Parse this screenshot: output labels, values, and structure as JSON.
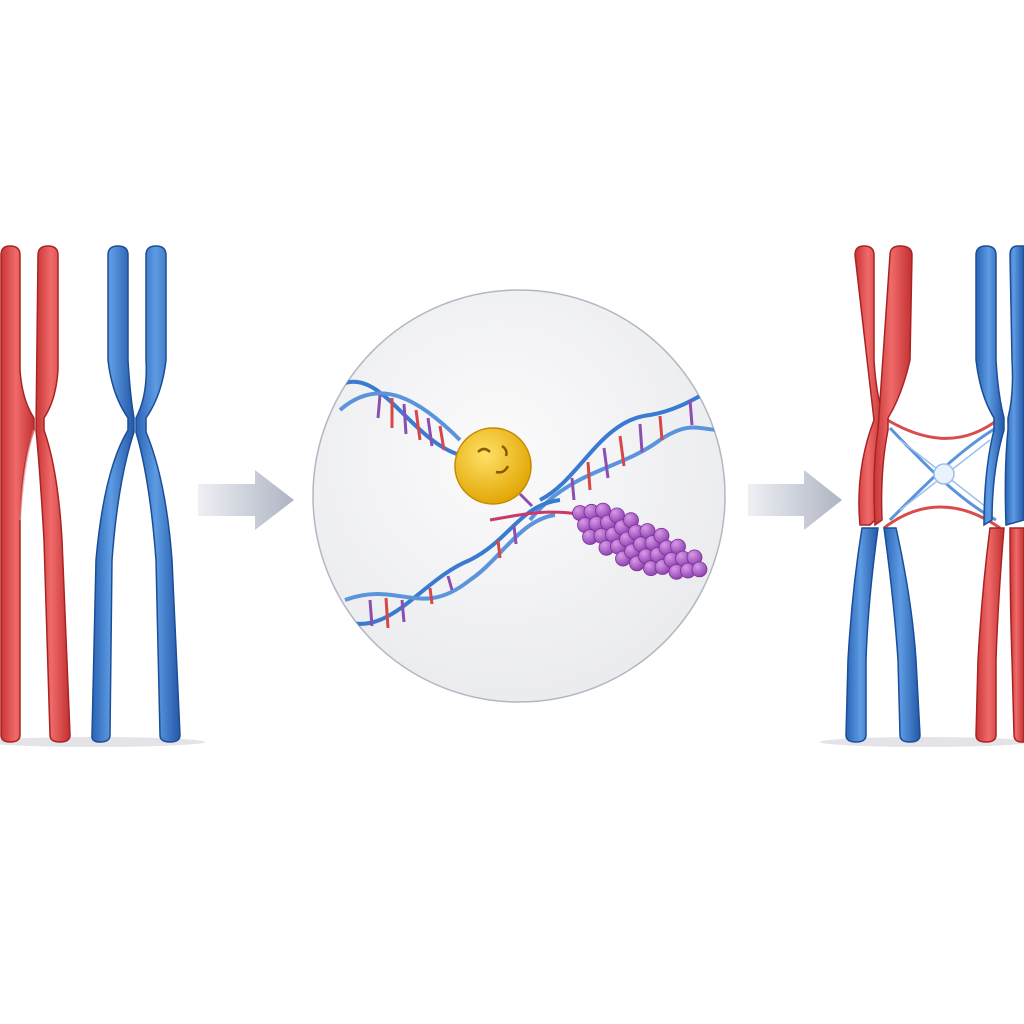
{
  "colors": {
    "background": "#ffffff",
    "maternal_red": "#e04848",
    "maternal_red_dark": "#b52a2a",
    "paternal_blue": "#3f7fd0",
    "paternal_blue_dark": "#1f56a0",
    "arrow_gray": "#b9bfcc",
    "lens_fill": "#f1f2f4",
    "lens_border": "#b9bcc6",
    "dna_base_purple": "#8a4fb0",
    "protein_yellow": "#f2b81a",
    "protein_purple": "#a457c0"
  },
  "panels": [
    {
      "id": "homologous-pair",
      "description_icon": "chromosome-pair-icon"
    },
    {
      "id": "recombination-zoom",
      "description_icon": "dna-crossover-icon"
    },
    {
      "id": "crossed-over-pair",
      "description_icon": "chiasma-icon"
    }
  ],
  "arrows": [
    {
      "from": "homologous-pair",
      "to": "recombination-zoom"
    },
    {
      "from": "recombination-zoom",
      "to": "crossed-over-pair"
    }
  ]
}
